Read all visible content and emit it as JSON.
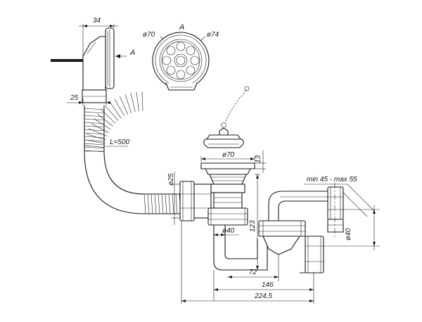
{
  "dimensions": {
    "d34": "34",
    "d25_left": "25",
    "phi70_top": "ø70",
    "phi74": "ø74",
    "view_a_top": "A",
    "view_a_arrow": "A",
    "hose_length": "L=500",
    "phi70_mid": "ø70",
    "d13": "13",
    "phi25": "ø25",
    "min_max": "min 45 - max 55",
    "d123": "123",
    "phi40_left": "ø40",
    "phi40_right": "ø40",
    "d72": "72",
    "d146": "146",
    "d224": "224,5"
  }
}
